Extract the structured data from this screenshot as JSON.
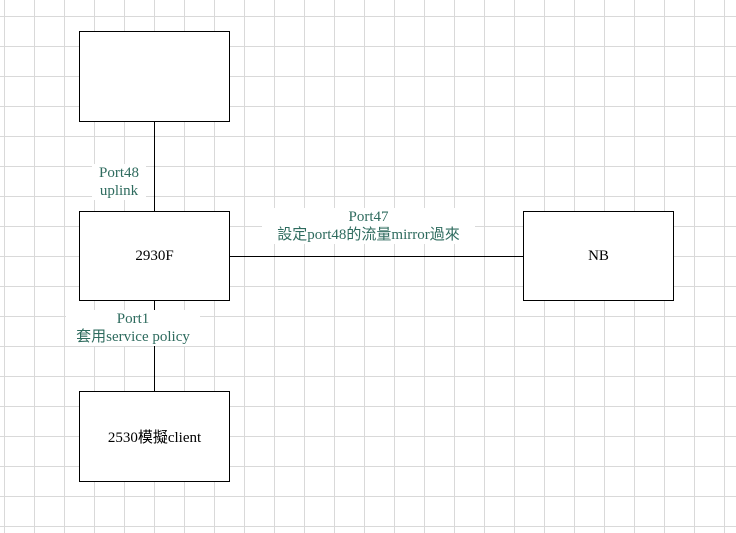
{
  "colors": {
    "label_text": "#2e6b5e",
    "box_text": "#000000",
    "line": "#000000",
    "grid": "#d9d9d9"
  },
  "nodes": {
    "top": {
      "label": ""
    },
    "switch": {
      "label": "2930F"
    },
    "nb": {
      "label": "NB"
    },
    "client": {
      "label": "2530模擬client"
    }
  },
  "links": {
    "uplink": {
      "line1": "Port48",
      "line2": "uplink"
    },
    "mirror": {
      "line1": "Port47",
      "line2": "設定port48的流量mirror過來"
    },
    "client": {
      "line1": "Port1",
      "line2": "套用service policy"
    }
  }
}
